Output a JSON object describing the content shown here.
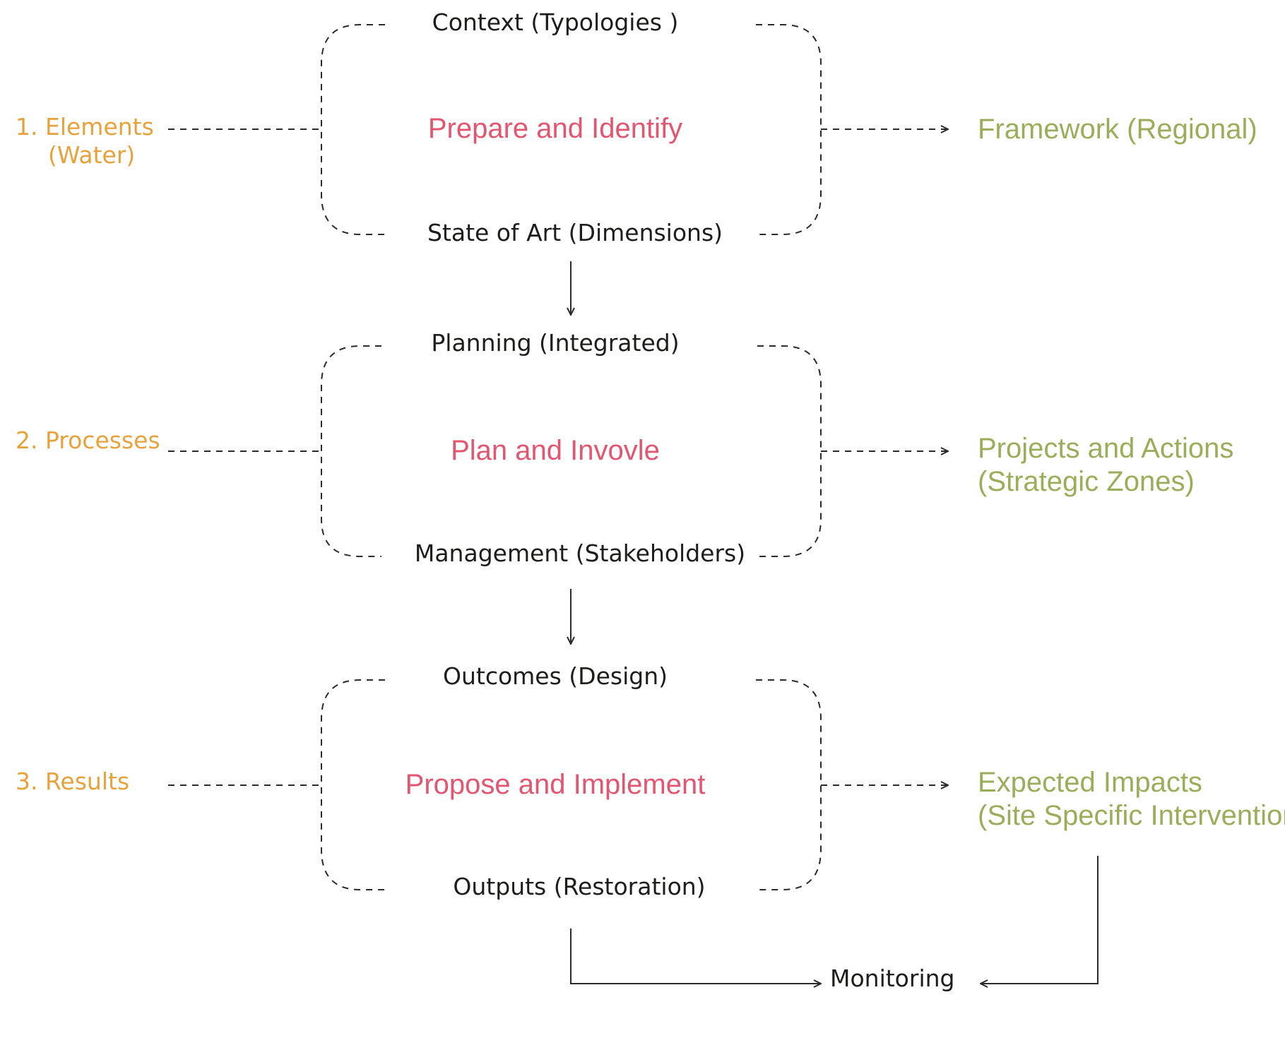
{
  "colors": {
    "orange": "#e9a23b",
    "pink": "#e4556f",
    "green": "#9aae5a",
    "ink": "#1d1d1b"
  },
  "stages": [
    {
      "left_label": [
        "1. Elements",
        "(Water)"
      ],
      "top_label": "Context (Typologies )",
      "center_label": "Prepare and Identify",
      "bottom_label": "State of Art (Dimensions)",
      "right_label": [
        "Framework (Regional)"
      ]
    },
    {
      "left_label": [
        "2. Processes"
      ],
      "top_label": "Planning (Integrated)",
      "center_label": "Plan and Invovle",
      "bottom_label": "Management (Stakeholders)",
      "right_label": [
        "Projects and Actions",
        "(Strategic Zones)"
      ]
    },
    {
      "left_label": [
        "3. Results"
      ],
      "top_label": "Outcomes (Design)",
      "center_label": "Propose and Implement",
      "bottom_label": "Outputs (Restoration)",
      "right_label": [
        "Expected Impacts",
        "(Site Specific Interventions"
      ]
    }
  ],
  "monitoring_label": "Monitoring"
}
